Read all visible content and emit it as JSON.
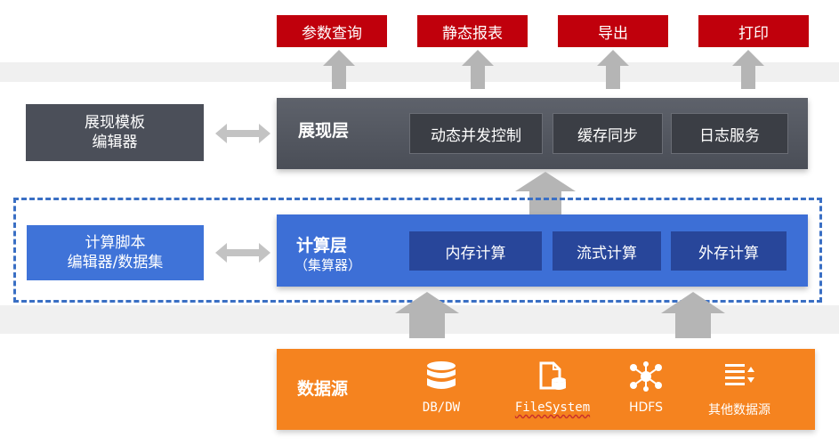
{
  "outputs": [
    "参数查询",
    "静态报表",
    "导出",
    "打印"
  ],
  "presentation": {
    "side_line1": "展现模板",
    "side_line2": "编辑器",
    "title": "展现层",
    "chips": [
      "动态并发控制",
      "缓存同步",
      "日志服务"
    ]
  },
  "compute": {
    "side_line1": "计算脚本",
    "side_line2": "编辑器/数据集",
    "title": "计算层",
    "subtitle": "（集算器）",
    "chips": [
      "内存计算",
      "流式计算",
      "外存计算"
    ]
  },
  "datasource": {
    "title": "数据源",
    "items": [
      {
        "label": "DB/DW",
        "icon": "database-icon"
      },
      {
        "label": "FileSystem",
        "icon": "file-system-icon"
      },
      {
        "label": "HDFS",
        "icon": "hdfs-network-icon"
      },
      {
        "label": "其他数据源",
        "icon": "list-sort-icon"
      }
    ]
  },
  "colors": {
    "output_red": "#c0000c",
    "presentation_gray": "#5e626b",
    "compute_blue": "#3d6fd6",
    "source_orange": "#f5831f",
    "arrow_gray": "#b5b5b5"
  }
}
